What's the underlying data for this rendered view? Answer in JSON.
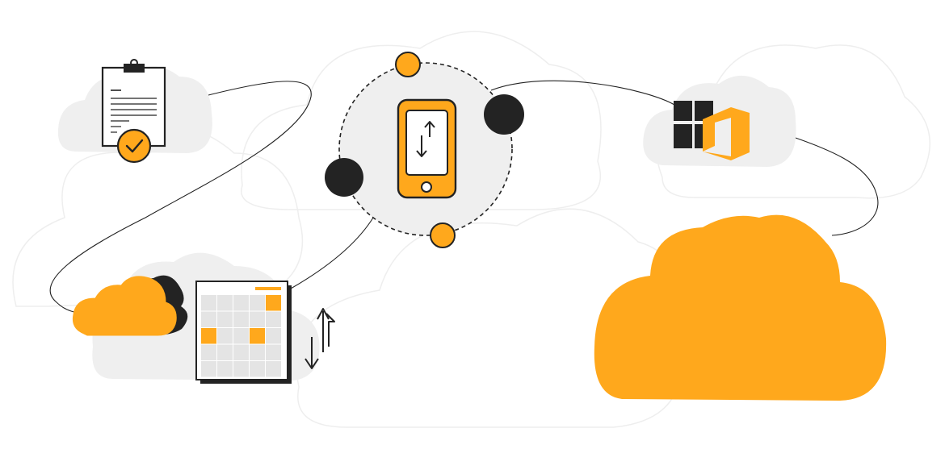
{
  "colors": {
    "accent": "#FFA81C",
    "dark": "#232323",
    "cloud_bg": "#EFEFEF",
    "cloud_faint": "#F7F7F7",
    "line": "#222222",
    "white": "#FFFFFF"
  },
  "icons": [
    "clipboard-check-icon",
    "smartphone-sync-icon",
    "windows-office-icon",
    "small-cloud-icon",
    "calendar-grid-icon",
    "sync-arrows-icon",
    "large-cloud-icon"
  ],
  "calendar": {
    "rows": 5,
    "cols": 5,
    "highlighted_cells": [
      [
        0,
        4
      ],
      [
        2,
        0
      ],
      [
        2,
        3
      ]
    ]
  }
}
